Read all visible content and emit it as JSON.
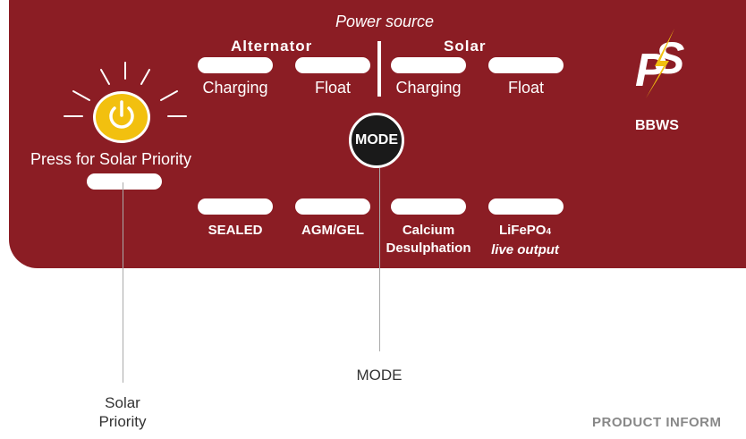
{
  "power_source": "Power source",
  "groups": {
    "alternator": "Alternator",
    "solar": "Solar"
  },
  "top_leds": [
    {
      "label": "Charging"
    },
    {
      "label": "Float"
    },
    {
      "label": "Charging"
    },
    {
      "label": "Float"
    }
  ],
  "mode_button": "MODE",
  "bottom_leds": [
    {
      "line1": "SEALED",
      "line2": ""
    },
    {
      "line1": "AGM/GEL",
      "line2": ""
    },
    {
      "line1": "Calcium",
      "line2": "Desulphation"
    },
    {
      "line1": "LiFePO",
      "sub": "4",
      "line2": "live output"
    }
  ],
  "solar_priority_button": "Press for Solar Priority",
  "brand": "BBWS",
  "logo_text": "PS",
  "callouts": {
    "solar_priority_line1": "Solar",
    "solar_priority_line2": "Priority",
    "mode": "MODE"
  },
  "footer": "PRODUCT INFORM",
  "colors": {
    "panel": "#8b1d24",
    "power_button": "#f2c00f",
    "led": "#ffffff"
  }
}
